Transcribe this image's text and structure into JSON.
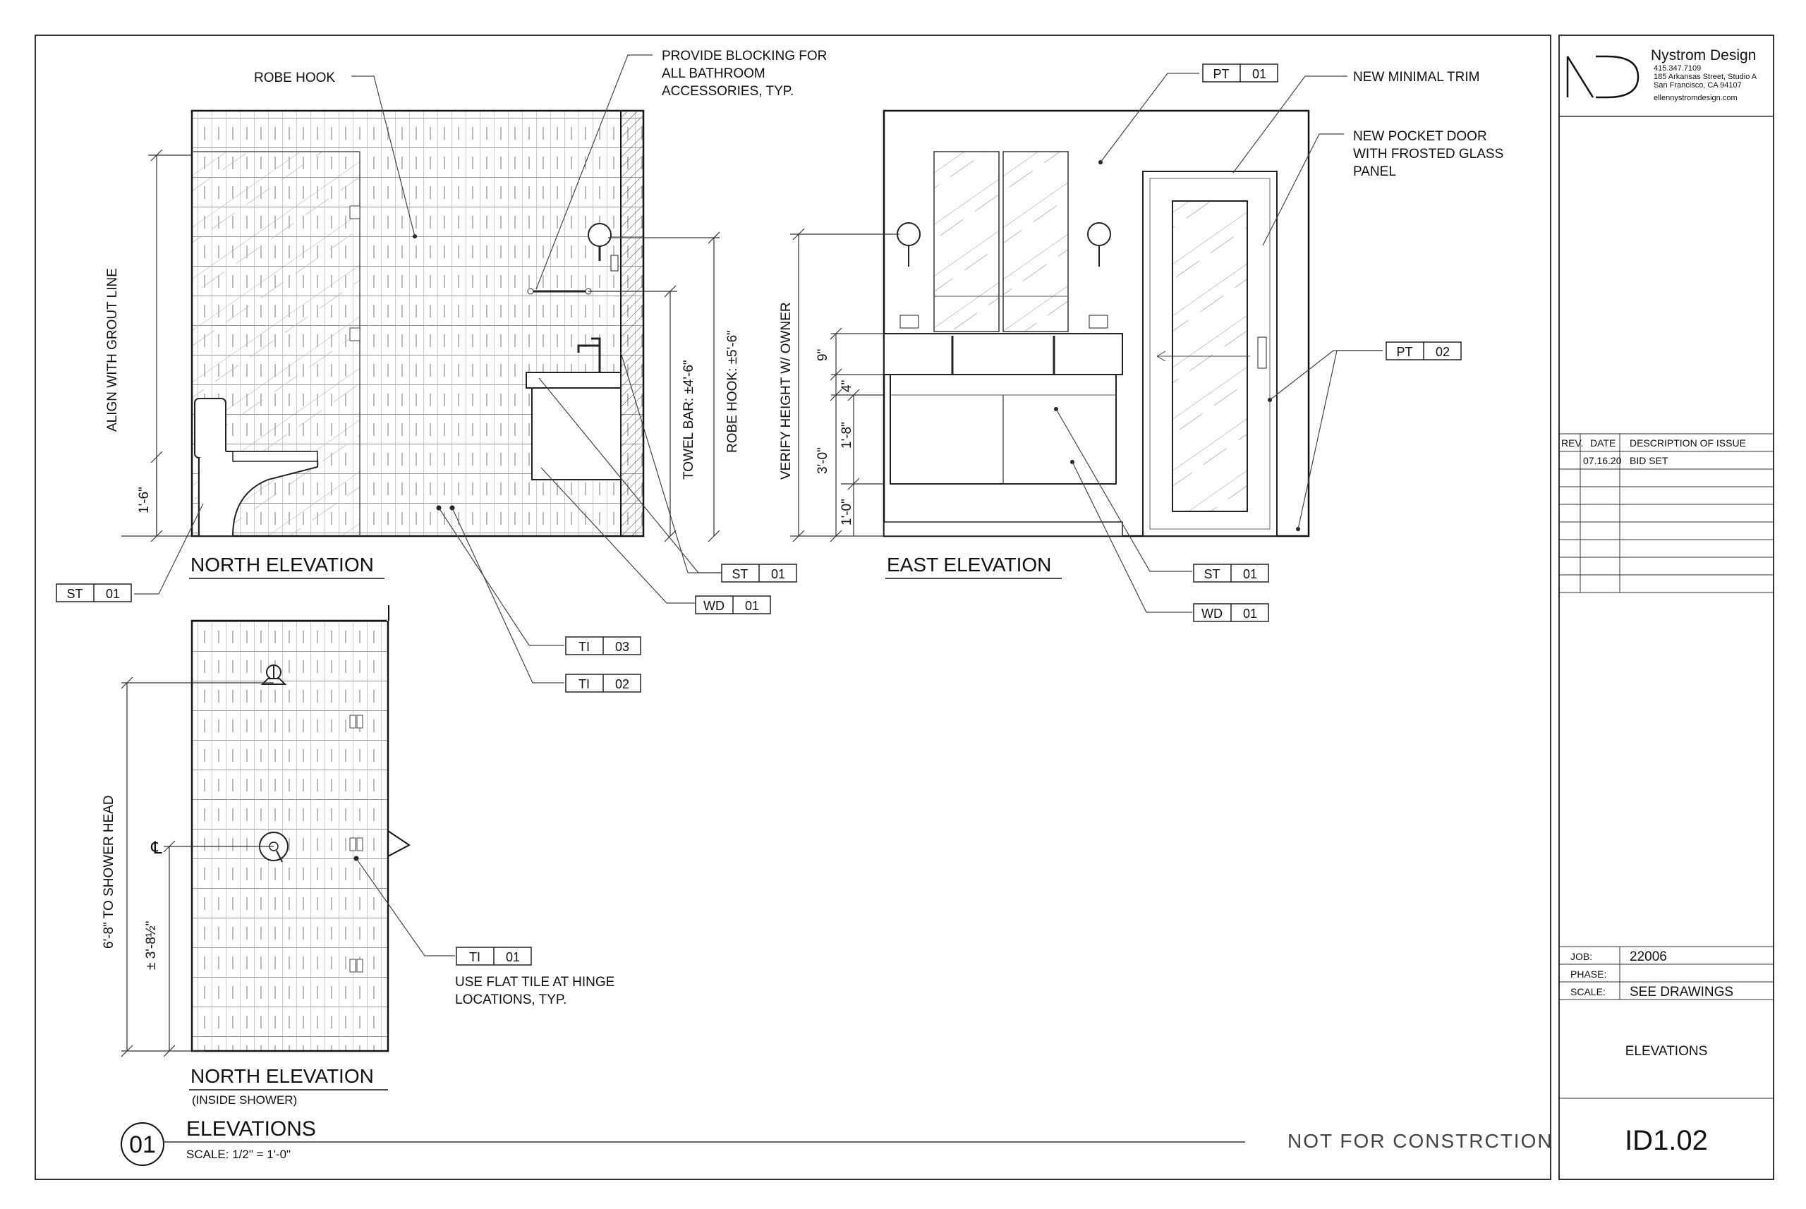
{
  "firm": {
    "name": "Nystrom Design",
    "phone": "415.347.7109",
    "street": "185 Arkansas Street, Studio A",
    "city": "San Francisco, CA 94107",
    "web": "ellennystromdesign.com"
  },
  "revisions": {
    "headers": [
      "REV.",
      "DATE",
      "DESCRIPTION OF ISSUE"
    ],
    "rows": [
      {
        "rev": "",
        "date": "07.16.20",
        "desc": "BID SET"
      }
    ]
  },
  "job": {
    "job_label": "JOB:",
    "job_value": "22006",
    "phase_label": "PHASE:",
    "phase_value": "",
    "scale_label": "SCALE:",
    "scale_value": "SEE DRAWINGS"
  },
  "sheet": {
    "title": "ELEVATIONS",
    "number": "ID1.02",
    "not_for_construction": "NOT FOR CONSTRCTION"
  },
  "drawing": {
    "number": "01",
    "title": "ELEVATIONS",
    "scale": "SCALE: 1/2\" = 1'-0\""
  },
  "north_elevation": {
    "title": "NORTH ELEVATION",
    "notes": {
      "robe_hook": "ROBE HOOK",
      "blocking_1": "PROVIDE BLOCKING FOR",
      "blocking_2": "ALL BATHROOM",
      "blocking_3": "ACCESSORIES, TYP."
    },
    "dims": {
      "grout": "ALIGN WITH GROUT LINE",
      "toilet": "1'-6\"",
      "towel_bar": "TOWEL BAR: ±4'-6\"",
      "robe_hook": "ROBE HOOK: ±5'-6\""
    },
    "tags": {
      "st": {
        "code": "ST",
        "num": "01"
      },
      "st_right": {
        "code": "ST",
        "num": "01"
      },
      "wd": {
        "code": "WD",
        "num": "01"
      },
      "ti03": {
        "code": "TI",
        "num": "03"
      },
      "ti02": {
        "code": "TI",
        "num": "02"
      }
    }
  },
  "east_elevation": {
    "title": "EAST ELEVATION",
    "notes": {
      "trim": "NEW MINIMAL TRIM",
      "door_1": "NEW POCKET DOOR",
      "door_2": "WITH FROSTED GLASS",
      "door_3": "PANEL"
    },
    "dims": {
      "verify": "VERIFY HEIGHT W/ OWNER",
      "d9": "9\"",
      "d4": "4\"",
      "d30": "3'-0\"",
      "d18": "1'-8\"",
      "d10": "1'-0\""
    },
    "tags": {
      "pt01": {
        "code": "PT",
        "num": "01"
      },
      "pt02": {
        "code": "PT",
        "num": "02"
      },
      "st": {
        "code": "ST",
        "num": "01"
      },
      "wd": {
        "code": "WD",
        "num": "01"
      }
    }
  },
  "shower_elevation": {
    "title": "NORTH ELEVATION",
    "subtitle": "(INSIDE SHOWER)",
    "dims": {
      "shower_head": "6'-8\" TO SHOWER HEAD",
      "valve": "± 3'-8½\"",
      "centerline": "℄"
    },
    "tag": {
      "code": "TI",
      "num": "01"
    },
    "note_1": "USE FLAT TILE AT HINGE",
    "note_2": "LOCATIONS, TYP."
  }
}
